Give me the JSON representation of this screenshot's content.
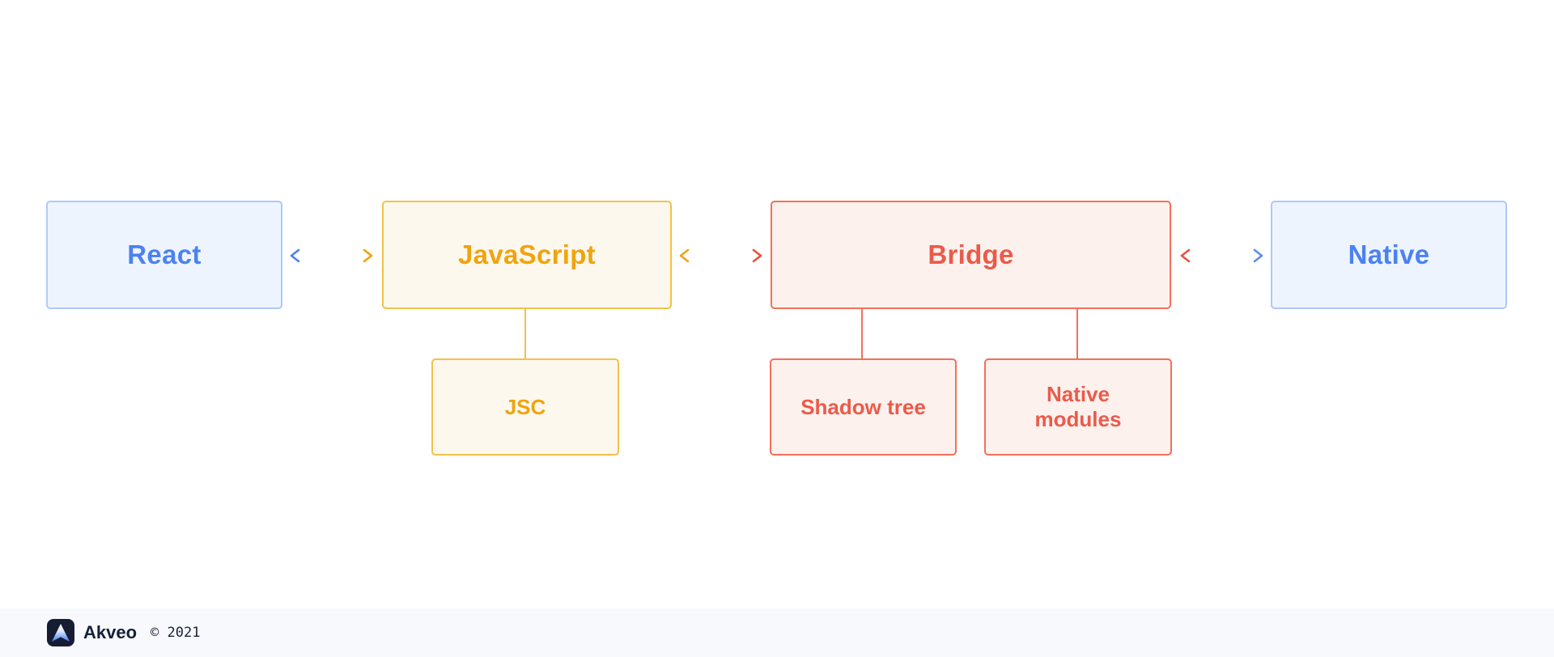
{
  "diagram": {
    "nodes": [
      {
        "id": "react",
        "label": "React"
      },
      {
        "id": "javascript",
        "label": "JavaScript"
      },
      {
        "id": "bridge",
        "label": "Bridge"
      },
      {
        "id": "native",
        "label": "Native"
      },
      {
        "id": "jsc",
        "label": "JSC"
      },
      {
        "id": "shadow_tree",
        "label": "Shadow tree"
      },
      {
        "id": "native_modules",
        "label": "Native modules"
      }
    ],
    "edges": [
      {
        "from": "React",
        "to": "JavaScript",
        "style": "double-arrow",
        "gradient": [
          "#4C82F0",
          "#EFA40F"
        ]
      },
      {
        "from": "JavaScript",
        "to": "Bridge",
        "style": "double-arrow",
        "gradient": [
          "#EFA40F",
          "#EA4F3B"
        ]
      },
      {
        "from": "Bridge",
        "to": "Native",
        "style": "double-arrow",
        "gradient": [
          "#E5533D",
          "#5B8DEF"
        ]
      },
      {
        "from": "JavaScript",
        "to": "JSC",
        "style": "line",
        "color": "#F3C14B"
      },
      {
        "from": "Bridge",
        "to": "Shadow tree",
        "style": "line",
        "color": "#F2705C"
      },
      {
        "from": "Bridge",
        "to": "Native modules",
        "style": "line",
        "color": "#F2705C"
      }
    ]
  },
  "footer": {
    "brand": "Akveo",
    "copyright": "© 2021"
  },
  "colors": {
    "blue_fill": "#EEF4FE",
    "blue_border": "#AEC9F8",
    "blue_text": "#4C82F0",
    "amber_fill": "#FDF8EE",
    "amber_border": "#F3C14B",
    "amber_text": "#EFA40F",
    "red_fill": "#FDF1EE",
    "red_border": "#F2705C",
    "red_text": "#EA5B4A",
    "footer_bg": "#F7F9FC",
    "logo_bg": "#161D33",
    "brand_text": "#17203A"
  }
}
